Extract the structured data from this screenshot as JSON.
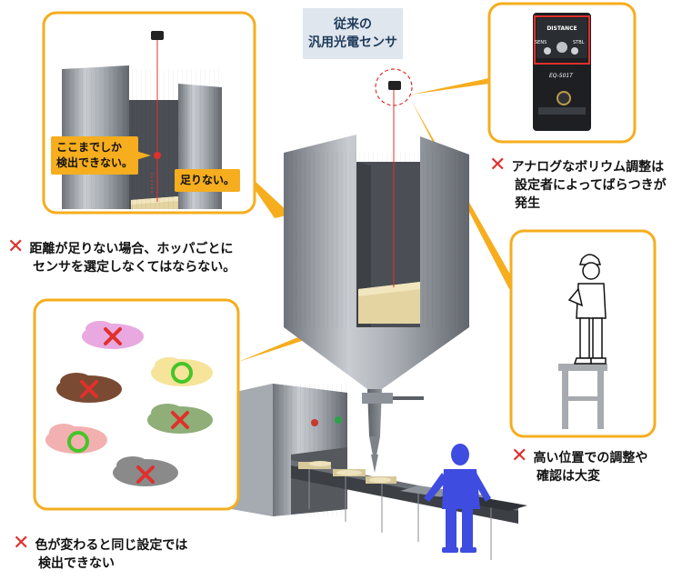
{
  "title": "従来の\n汎用光電センサ",
  "title_lines": [
    "従来の",
    "汎用光電センサ"
  ],
  "inset_labels": {
    "cannot_detect": [
      "ここまでしか",
      "検出できない。"
    ],
    "not_enough": "足りない。"
  },
  "sensor_labels": {
    "distance": "DISTANCE",
    "sens": "SENS",
    "stbl": "STBL",
    "model": "EQ-501T"
  },
  "notes": {
    "distance": [
      "距離が足りない場合、ホッパごとに",
      "センサを選定しなくてはならない。"
    ],
    "analog": [
      "アナログなボリウム調整は",
      "設定者によってばらつきが",
      "発生"
    ],
    "height": [
      "高い位置での調整や",
      "確認は大変"
    ],
    "color": [
      "色が変わると同じ設定では",
      "検出できない"
    ]
  },
  "colors": {
    "accent": "#f6ad1e",
    "x_mark": "#e0302c",
    "ok_circle": "#46c42a",
    "title_bg": "#dfe6ee"
  },
  "color_samples": [
    {
      "color": "#e9a8e0",
      "result": "x"
    },
    {
      "color": "#f5e49a",
      "result": "o"
    },
    {
      "color": "#7a4a33",
      "result": "x"
    },
    {
      "color": "#8fae78",
      "result": "x"
    },
    {
      "color": "#f3b0b0",
      "result": "o"
    },
    {
      "color": "#8a8a8a",
      "result": "x"
    }
  ]
}
